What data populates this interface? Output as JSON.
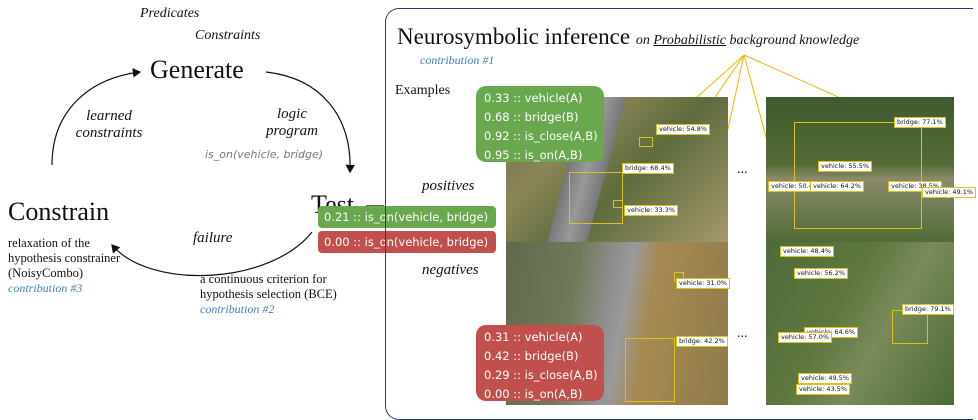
{
  "cycle": {
    "predicates": "Predicates",
    "constraints": "Constraints",
    "generate": "Generate",
    "learned_constraints_1": "learned",
    "learned_constraints_2": "constraints",
    "logic_program_1": "logic",
    "logic_program_2": "program",
    "program_example": "is_on(vehicle, bridge)",
    "test": "Test",
    "constrain": "Constrain",
    "failure": "failure",
    "relaxation_1": "relaxation of the",
    "relaxation_2": "hypothesis constrainer",
    "relaxation_3": "(NoisyCombo)",
    "contribution_3": "contribution #3",
    "criterion_1": "a continuous criterion for",
    "criterion_2": "hypothesis selection (BCE)",
    "contribution_2": "contribution #2",
    "score_positive": "0.21 :: is_on(vehicle, bridge)",
    "score_negative": "0.00 :: is_on(vehicle, bridge)"
  },
  "panel": {
    "title": "Neurosymbolic inference",
    "subtitle_prefix": "on",
    "subtitle_emph": "Probabilistic",
    "subtitle_suffix": "background knowledge",
    "contribution_1": "contribution #1",
    "examples": "Examples",
    "positives": "positives",
    "negatives": "negatives",
    "ellipsis_top": "...",
    "ellipsis_bottom": "...",
    "positive_facts": [
      "0.33 :: vehicle(A)",
      "0.68 :: bridge(B)",
      "0.92 :: is_close(A,B)",
      "0.95 :: is_on(A,B)"
    ],
    "negative_facts": [
      "0.31 :: vehicle(A)",
      "0.42 :: bridge(B)",
      "0.29 :: is_close(A,B)",
      "0.00 :: is_on(A,B)"
    ]
  },
  "images": {
    "pos1": [
      "vehicle: 54.8%",
      "bridge: 68.4%",
      "vehicle: 33.3%"
    ],
    "pos2": [
      "bridge: 77.1%",
      "vehicle: 55.5%",
      "vehicle: 50.4%",
      "vehicle: 64.2%",
      "vehicle: 38.5%",
      "vehicle: 49.1%"
    ],
    "neg1": [
      "vehicle: 31.0%",
      "bridge: 42.2%"
    ],
    "neg2": [
      "vehicle: 48.4%",
      "vehicle: 56.2%",
      "bridge: 79.1%",
      "vehicle: 64.6%",
      "vehicle: 57.0%",
      "vehicle: 49.5%",
      "vehicle: 43.5%"
    ]
  },
  "colors": {
    "green": "#6aa84f",
    "red": "#c0504d",
    "box": "#d9c11f",
    "accent": "#4a7ab8",
    "panel_border": "#2a3c6b"
  }
}
